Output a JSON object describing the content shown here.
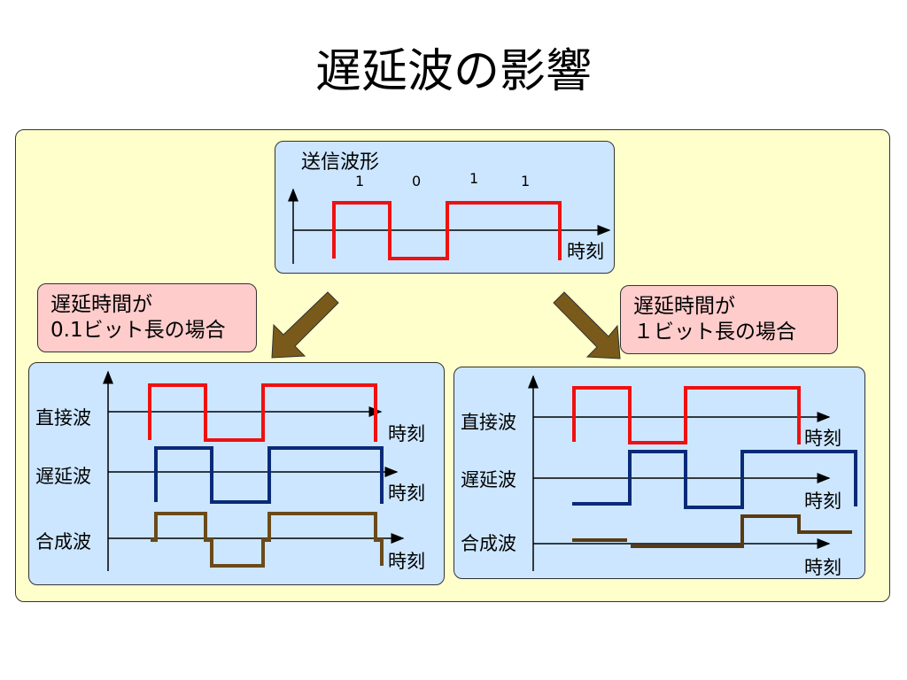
{
  "title": "遅延波の影響",
  "transmit_panel": {
    "label": "送信波形",
    "bits": [
      "1",
      "0",
      "1",
      "1"
    ],
    "time_label": "時刻"
  },
  "left_case": {
    "label_line1": "遅延時間が",
    "label_line2": "0.1ビット長の場合",
    "rows": [
      "直接波",
      "遅延波",
      "合成波"
    ],
    "time_labels": [
      "時刻",
      "時刻",
      "時刻"
    ]
  },
  "right_case": {
    "label_line1": "遅延時間が",
    "label_line2": "１ビット長の場合",
    "rows": [
      "直接波",
      "遅延波",
      "合成波"
    ],
    "time_labels": [
      "時刻",
      "時刻",
      "時刻"
    ]
  },
  "colors": {
    "direct": "#ee1111",
    "delayed": "#0a2a78",
    "combined": "#6b4a1a",
    "combined_right": "#5a3a10",
    "arrow": "#7a5a1a"
  }
}
